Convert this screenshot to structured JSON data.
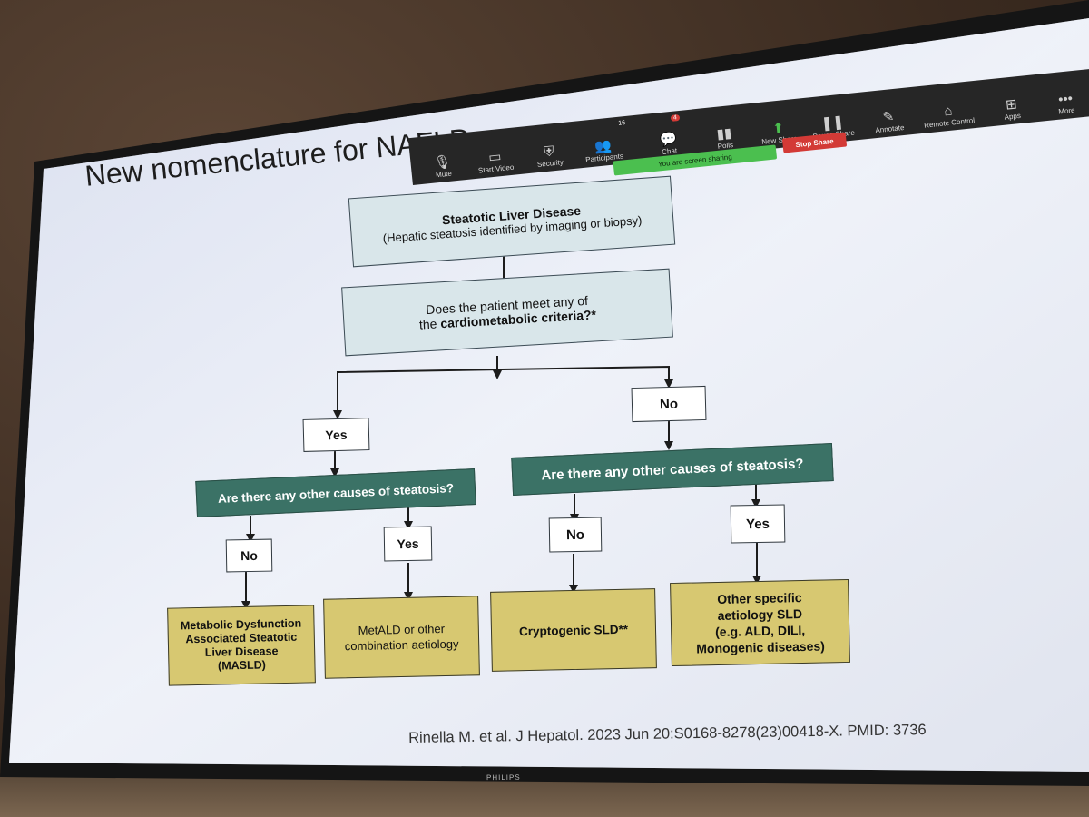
{
  "slide": {
    "title": "New nomenclature for NAFLD",
    "citation": "Rinella M. et al. J Hepatol. 2023 Jun 20:S0168-8278(23)00418-X. PMID: 3736"
  },
  "flowchart": {
    "root": {
      "title": "Steatotic Liver Disease",
      "subtitle": "(Hepatic steatosis identified by imaging or biopsy)"
    },
    "question1": {
      "line1": "Does the patient meet any of",
      "line2_prefix": "the ",
      "line2_bold": "cardiometabolic criteria?*"
    },
    "yes_label": "Yes",
    "no_label": "No",
    "question_left": "Are there any other causes of steatosis?",
    "question_right": "Are there any other causes of steatosis?",
    "left_no": "No",
    "left_yes": "Yes",
    "right_no": "No",
    "right_yes": "Yes",
    "outcomes": {
      "masld": [
        "Metabolic Dysfunction",
        "Associated Steatotic",
        "Liver Disease",
        "(MASLD)"
      ],
      "metald": [
        "MetALD or other",
        "combination aetiology"
      ],
      "cryptogenic": [
        "Cryptogenic SLD**"
      ],
      "other": [
        "Other specific",
        "aetiology SLD",
        "(e.g. ALD, DILI,",
        "Monogenic diseases)"
      ]
    }
  },
  "zoom_toolbar": {
    "buttons": [
      {
        "label": "Mute",
        "icon": "microphone-icon"
      },
      {
        "label": "Start Video",
        "icon": "video-icon"
      },
      {
        "label": "Security",
        "icon": "shield-icon"
      },
      {
        "label": "Participants",
        "icon": "participants-icon",
        "count": "16"
      },
      {
        "label": "Chat",
        "icon": "chat-icon",
        "count": "4"
      },
      {
        "label": "Polls",
        "icon": "polls-icon"
      },
      {
        "label": "New Share",
        "icon": "share-icon"
      },
      {
        "label": "Pause Share",
        "icon": "pause-icon"
      },
      {
        "label": "Annotate",
        "icon": "pen-icon"
      },
      {
        "label": "Remote Control",
        "icon": "mouse-icon"
      },
      {
        "label": "Apps",
        "icon": "apps-icon"
      },
      {
        "label": "More",
        "icon": "more-icon"
      }
    ],
    "sharing_notice": "You are screen sharing",
    "stop_share": "Stop Share"
  },
  "monitor": {
    "brand": "PHILIPS"
  }
}
